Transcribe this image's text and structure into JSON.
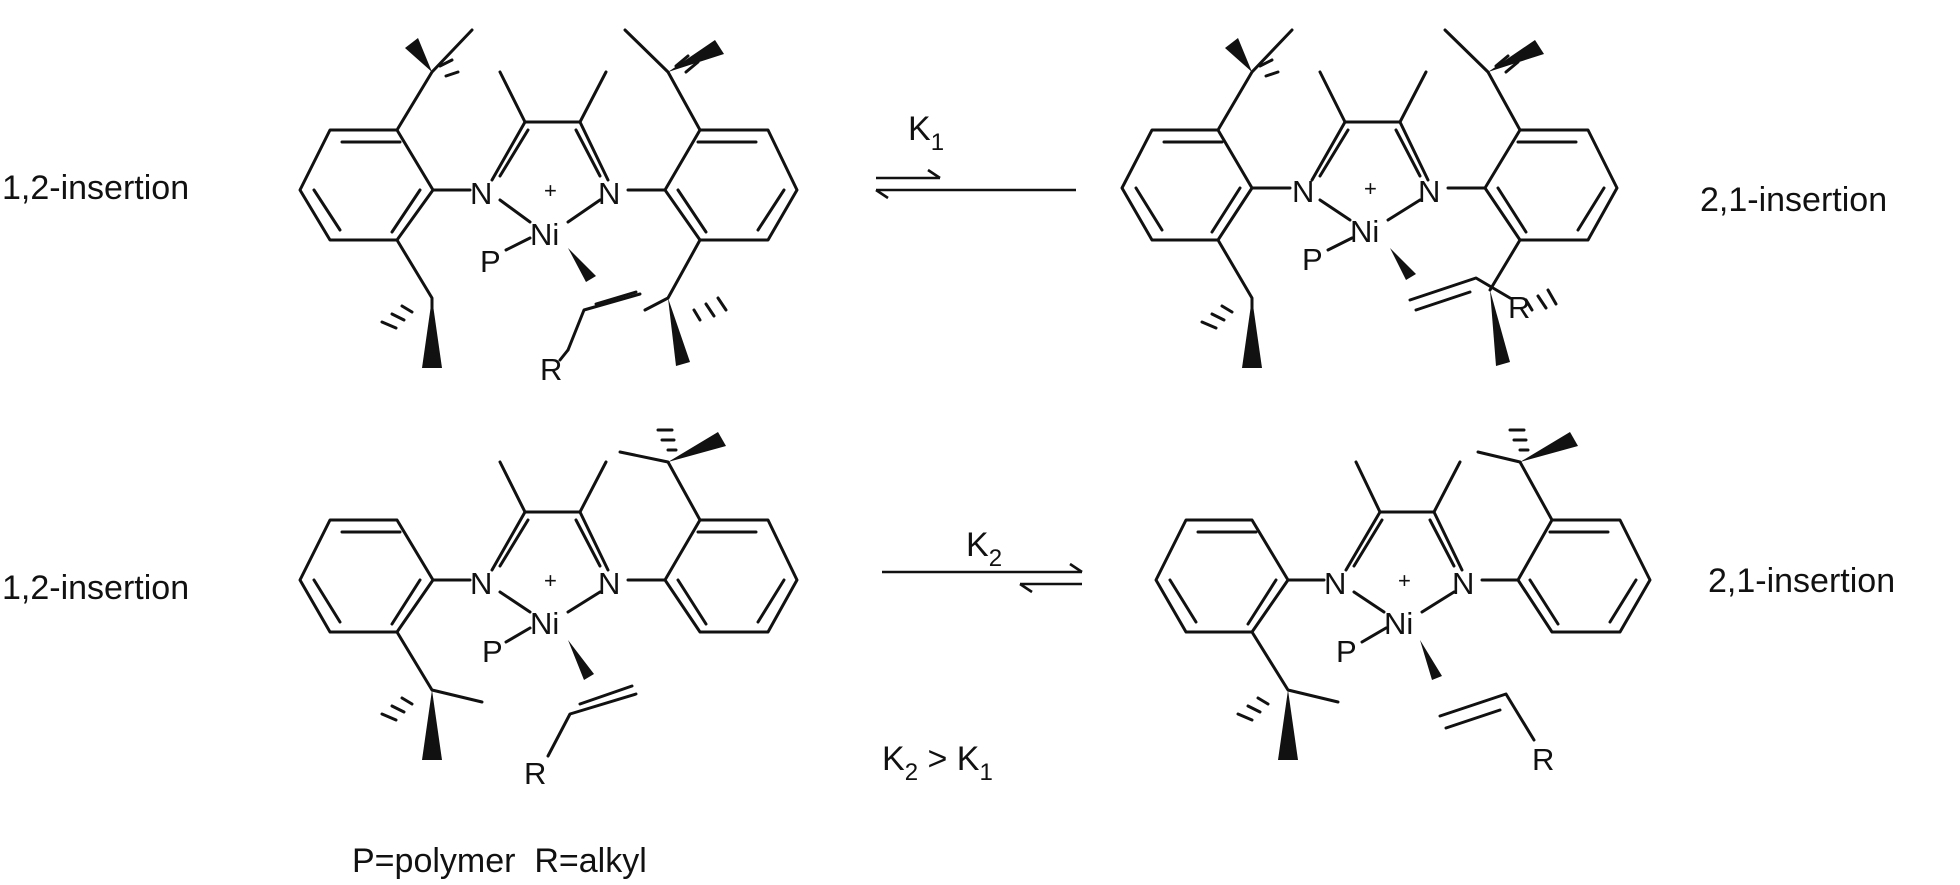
{
  "labels": {
    "row1_left": "1,2-insertion",
    "row1_right": "2,1-insertion",
    "row2_left": "1,2-insertion",
    "row2_right": "2,1-insertion",
    "footnote": "P=polymer  R=alkyl"
  },
  "equilibrium": {
    "k1_letter": "K",
    "k1_sub": "1",
    "k2_letter": "K",
    "k2_sub": "2",
    "relation_k_a": "K",
    "relation_sub_a": "2",
    "relation_op": " > K",
    "relation_sub_b": "1"
  },
  "atoms": {
    "n": "N",
    "ni": "Ni",
    "p": "P",
    "r": "R",
    "plus": "+"
  }
}
